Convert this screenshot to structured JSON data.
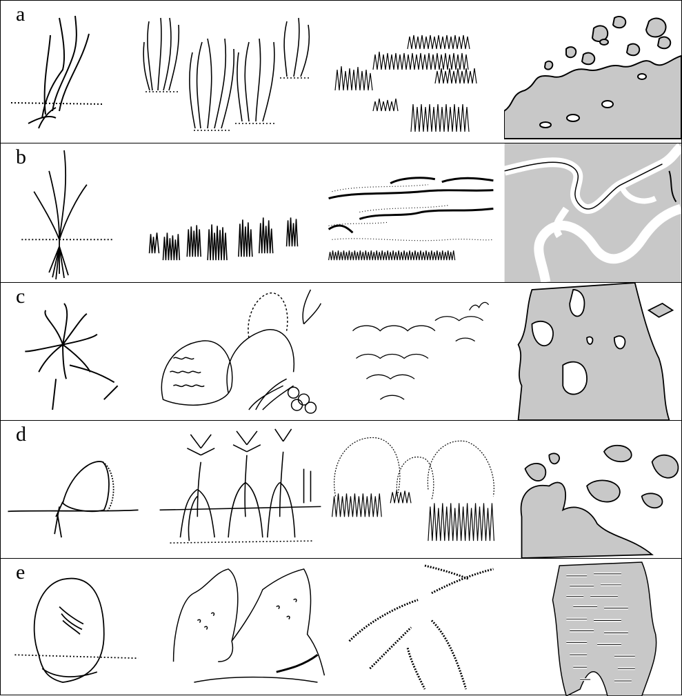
{
  "figure": {
    "rows": [
      {
        "label": "a"
      },
      {
        "label": "b"
      },
      {
        "label": "c"
      },
      {
        "label": "d"
      },
      {
        "label": "e"
      }
    ],
    "colors": {
      "ink": "#000000",
      "fill": "#c8c8c8",
      "background": "#ffffff"
    }
  }
}
